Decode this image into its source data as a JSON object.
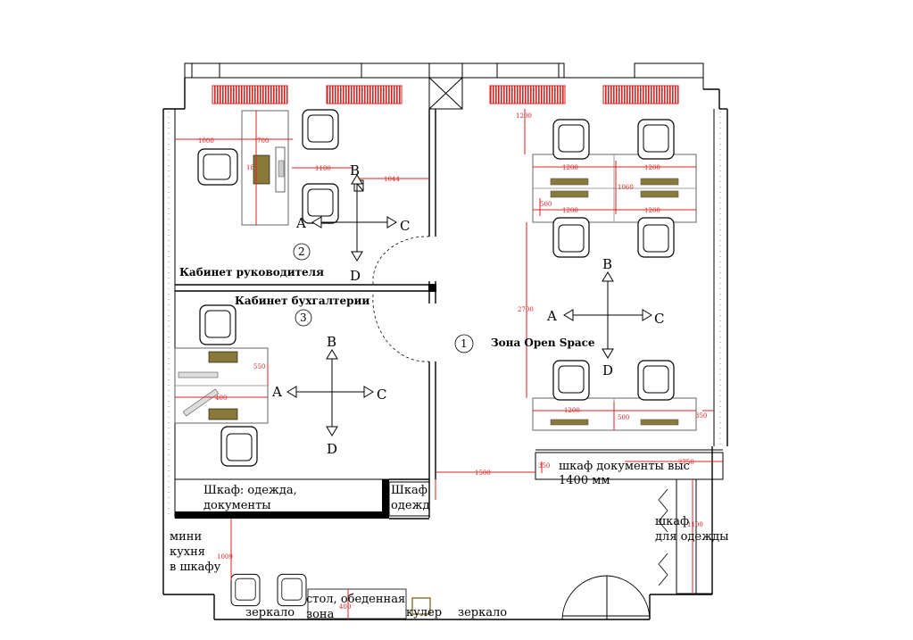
{
  "rooms": {
    "director": {
      "number": "2",
      "label": "Кабинет руководителя"
    },
    "accounting": {
      "number": "3",
      "label": "Кабинет бухгалтерии"
    },
    "openspace": {
      "number": "1",
      "label": "Зона Open Space"
    }
  },
  "notes": {
    "wardrobe_clothes_docs_line1": "Шкаф: одежда,",
    "wardrobe_clothes_docs_line2": "документы",
    "small_wardrobe_line1": "Шкаф",
    "small_wardrobe_line2": "одежд",
    "docs_cabinet_line1": "шкаф документы выс",
    "docs_cabinet_line2": "1400 мм",
    "clothes_cabinet_line1": "шкаф",
    "clothes_cabinet_line2": "для одежды",
    "mini_kitchen_line1": "мини",
    "mini_kitchen_line2": "кухня",
    "mini_kitchen_line3": "в шкафу",
    "mirror_left": "зеркало",
    "mirror_right": "зеркало",
    "dining_table_line1": "стол, обеденная",
    "dining_table_line2": "зона",
    "cooler": "кулер"
  },
  "view_markers": {
    "a": "A",
    "b": "B",
    "c": "C",
    "d": "D"
  },
  "dimensions": {
    "d1000": "1000",
    "d700": "700",
    "d1100": "1100",
    "d1044": "1044",
    "d18": "18",
    "d1200_top": "1200",
    "d1200_a": "1200",
    "d1200_b": "1200",
    "d1200_c": "1200",
    "d1200_d": "1200",
    "d1200_e": "1200",
    "d1060": "1060",
    "d500_a": "500",
    "d2700": "2700",
    "d500_b": "500",
    "d350_a": "350",
    "d550": "550",
    "d400_a": "400",
    "d1500": "1500",
    "d350_b": "350",
    "d2750": "2750",
    "d1100_b": "1100",
    "d1009": "1009",
    "d400_b": "400"
  },
  "colors": {
    "dimension": "#d22d22",
    "radiator": "#d22d22",
    "desk_item": "#8a7a3a"
  }
}
